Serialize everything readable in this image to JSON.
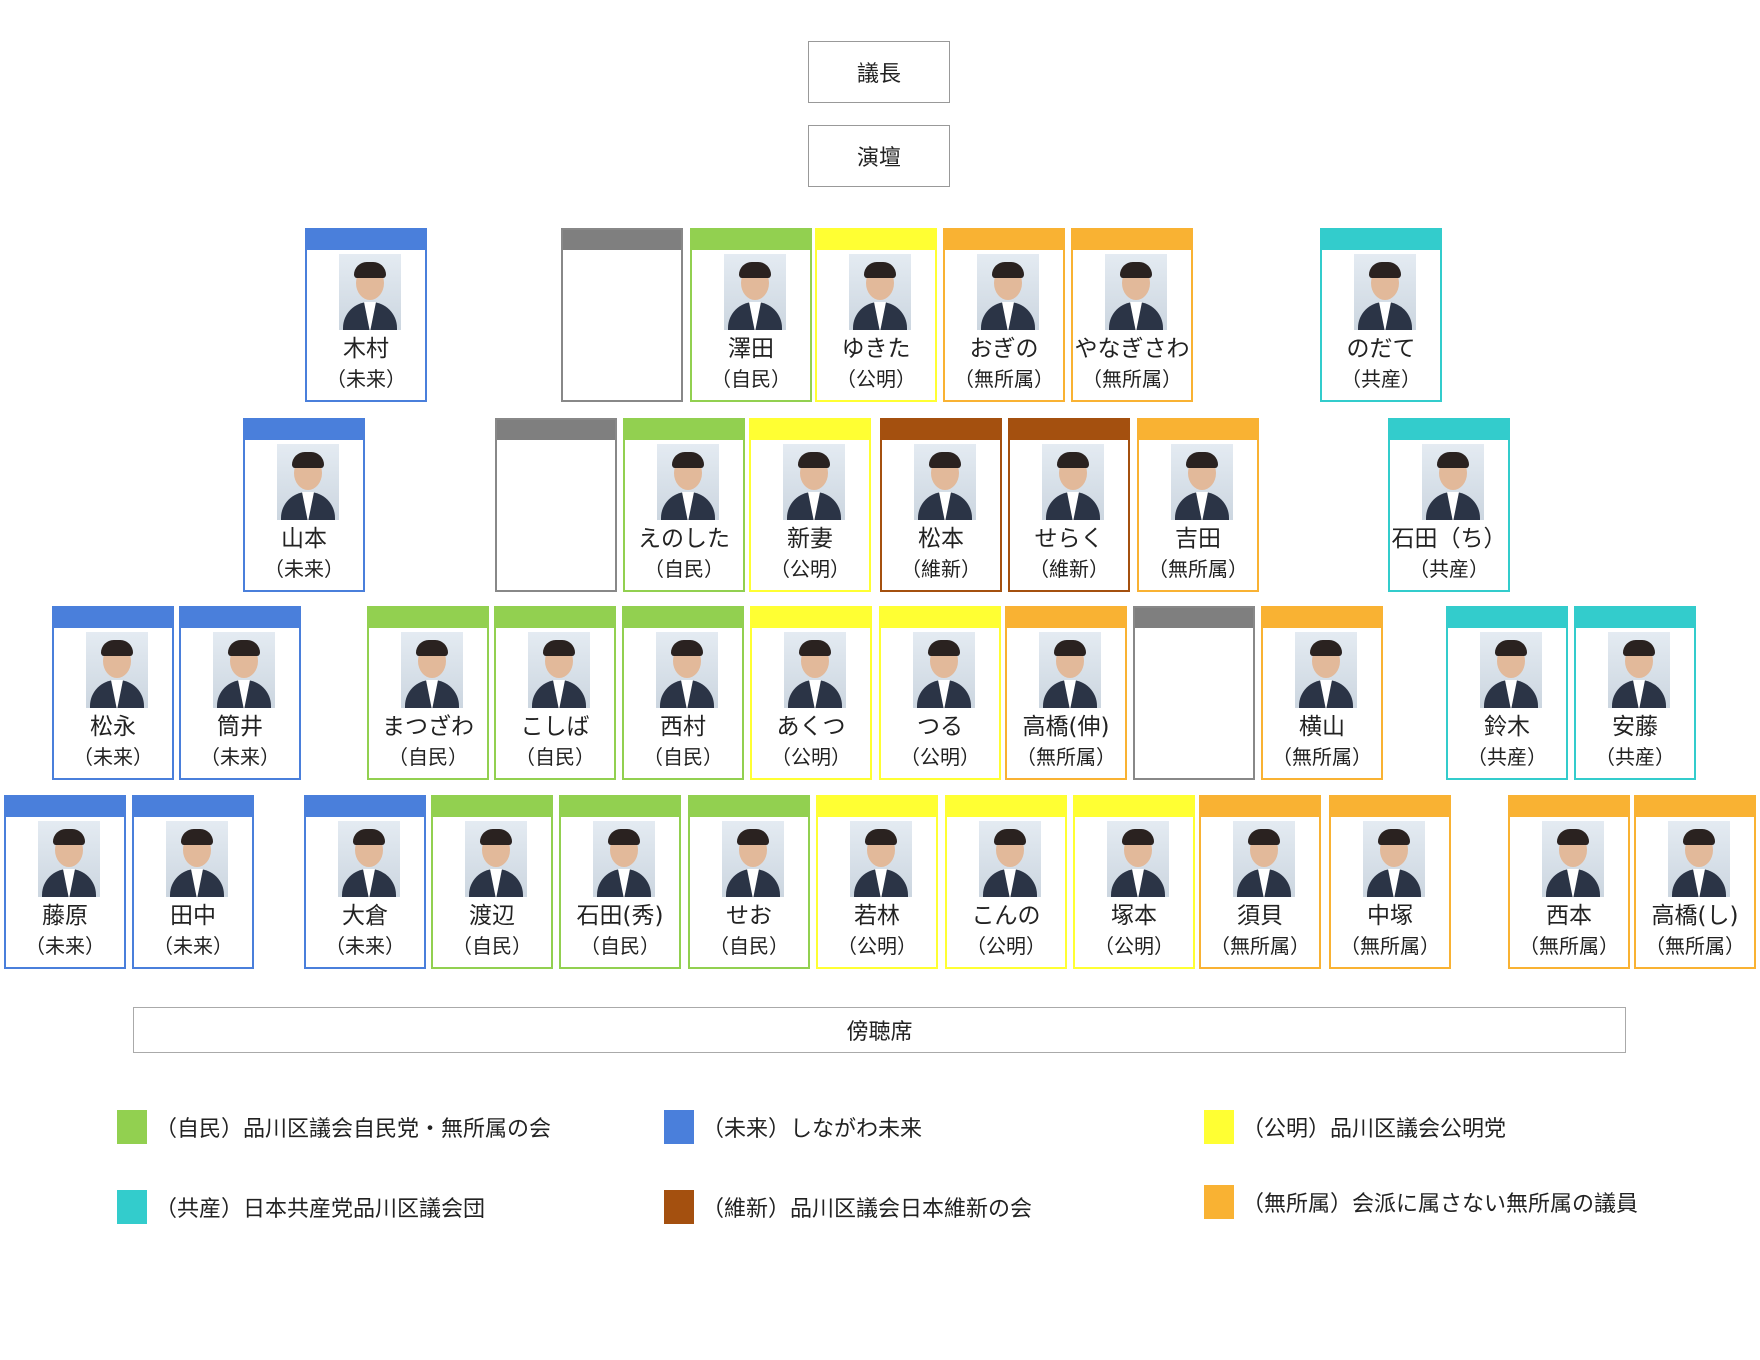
{
  "header": {
    "chair": "議長",
    "podium": "演壇",
    "gallery": "傍聴席"
  },
  "parties": {
    "jimin": {
      "short": "自民",
      "color": "#92d050"
    },
    "mirai": {
      "short": "未来",
      "color": "#4a7fdb"
    },
    "komei": {
      "short": "公明",
      "color": "#ffff33"
    },
    "kyosan": {
      "short": "共産",
      "color": "#33cccc"
    },
    "ishin": {
      "short": "維新",
      "color": "#a4500f"
    },
    "musho": {
      "short": "無所属",
      "color": "#f9b233"
    },
    "vacant": {
      "short": "",
      "color": "#7f7f7f"
    }
  },
  "rows": [
    {
      "seats": [
        {
          "name": "木村",
          "party": "mirai",
          "label": "（未来）"
        },
        {
          "name": "",
          "party": "vacant",
          "label": ""
        },
        {
          "name": "澤田",
          "party": "jimin",
          "label": "（自民）"
        },
        {
          "name": "ゆきた",
          "party": "komei",
          "label": "（公明）"
        },
        {
          "name": "おぎの",
          "party": "musho",
          "label": "（無所属）"
        },
        {
          "name": "やなぎさわ",
          "party": "musho",
          "label": "（無所属）"
        },
        {
          "name": "のだて",
          "party": "kyosan",
          "label": "（共産）"
        }
      ]
    },
    {
      "seats": [
        {
          "name": "山本",
          "party": "mirai",
          "label": "（未来）"
        },
        {
          "name": "",
          "party": "vacant",
          "label": ""
        },
        {
          "name": "えのした",
          "party": "jimin",
          "label": "（自民）"
        },
        {
          "name": "新妻",
          "party": "komei",
          "label": "（公明）"
        },
        {
          "name": "松本",
          "party": "ishin",
          "label": "（維新）"
        },
        {
          "name": "せらく",
          "party": "ishin",
          "label": "（維新）"
        },
        {
          "name": "吉田",
          "party": "musho",
          "label": "（無所属）"
        },
        {
          "name": "石田（ち）",
          "party": "kyosan",
          "label": "（共産）"
        }
      ]
    },
    {
      "seats": [
        {
          "name": "松永",
          "party": "mirai",
          "label": "（未来）"
        },
        {
          "name": "筒井",
          "party": "mirai",
          "label": "（未来）"
        },
        {
          "name": "まつざわ",
          "party": "jimin",
          "label": "（自民）"
        },
        {
          "name": "こしば",
          "party": "jimin",
          "label": "（自民）"
        },
        {
          "name": "西村",
          "party": "jimin",
          "label": "（自民）"
        },
        {
          "name": "あくつ",
          "party": "komei",
          "label": "（公明）"
        },
        {
          "name": "つる",
          "party": "komei",
          "label": "（公明）"
        },
        {
          "name": "高橋(伸)",
          "party": "musho",
          "label": "（無所属）"
        },
        {
          "name": "",
          "party": "vacant",
          "label": ""
        },
        {
          "name": "横山",
          "party": "musho",
          "label": "（無所属）"
        },
        {
          "name": "鈴木",
          "party": "kyosan",
          "label": "（共産）"
        },
        {
          "name": "安藤",
          "party": "kyosan",
          "label": "（共産）"
        }
      ]
    },
    {
      "seats": [
        {
          "name": "藤原",
          "party": "mirai",
          "label": "（未来）"
        },
        {
          "name": "田中",
          "party": "mirai",
          "label": "（未来）"
        },
        {
          "name": "大倉",
          "party": "mirai",
          "label": "（未来）"
        },
        {
          "name": "渡辺",
          "party": "jimin",
          "label": "（自民）"
        },
        {
          "name": "石田(秀)",
          "party": "jimin",
          "label": "（自民）"
        },
        {
          "name": "せお",
          "party": "jimin",
          "label": "（自民）"
        },
        {
          "name": "若林",
          "party": "komei",
          "label": "（公明）"
        },
        {
          "name": "こんの",
          "party": "komei",
          "label": "（公明）"
        },
        {
          "name": "塚本",
          "party": "komei",
          "label": "（公明）"
        },
        {
          "name": "須貝",
          "party": "musho",
          "label": "（無所属）"
        },
        {
          "name": "中塚",
          "party": "musho",
          "label": "（無所属）"
        },
        {
          "name": "西本",
          "party": "musho",
          "label": "（無所属）"
        },
        {
          "name": "高橋(し)",
          "party": "musho",
          "label": "（無所属）"
        }
      ]
    }
  ],
  "legend": [
    {
      "party": "jimin",
      "text": "（自民）品川区議会自民党・無所属の会"
    },
    {
      "party": "mirai",
      "text": "（未来）しながわ未来"
    },
    {
      "party": "komei",
      "text": "（公明）品川区議会公明党"
    },
    {
      "party": "kyosan",
      "text": "（共産）日本共産党品川区議会団"
    },
    {
      "party": "ishin",
      "text": "（維新）品川区議会日本維新の会"
    },
    {
      "party": "musho",
      "text": "（無所属）会派に属さない無所属の議員"
    }
  ]
}
